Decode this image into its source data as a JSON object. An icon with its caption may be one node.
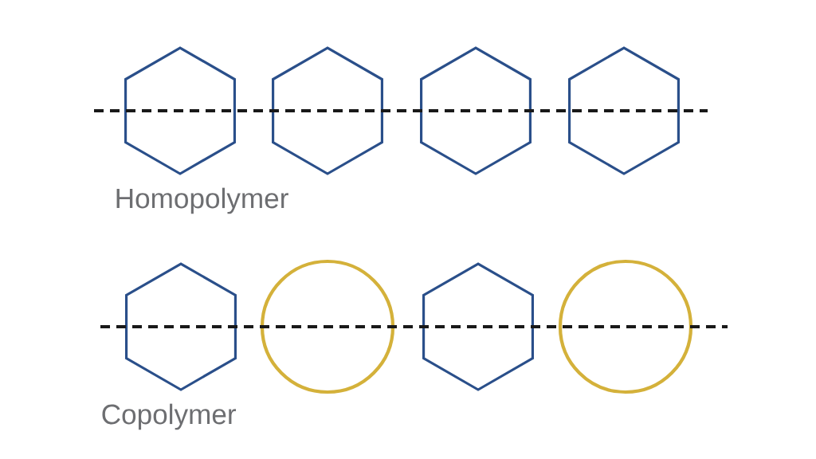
{
  "diagram": {
    "nodes": [
      {
        "text": [],
        "shape": "hexagon"
      },
      {
        "text": [],
        "shape": "hexagon"
      },
      {
        "text": [],
        "shape": "hexagon"
      },
      {
        "text": [],
        "shape": "hexagon"
      },
      {
        "text": [],
        "shape": "hexagon"
      },
      {
        "text": [],
        "shape": "circle"
      },
      {
        "text": [],
        "shape": "hexagon"
      },
      {
        "text": [],
        "shape": "circle"
      }
    ],
    "labels": [
      "Homopolymer",
      "Copolymer"
    ]
  }
}
